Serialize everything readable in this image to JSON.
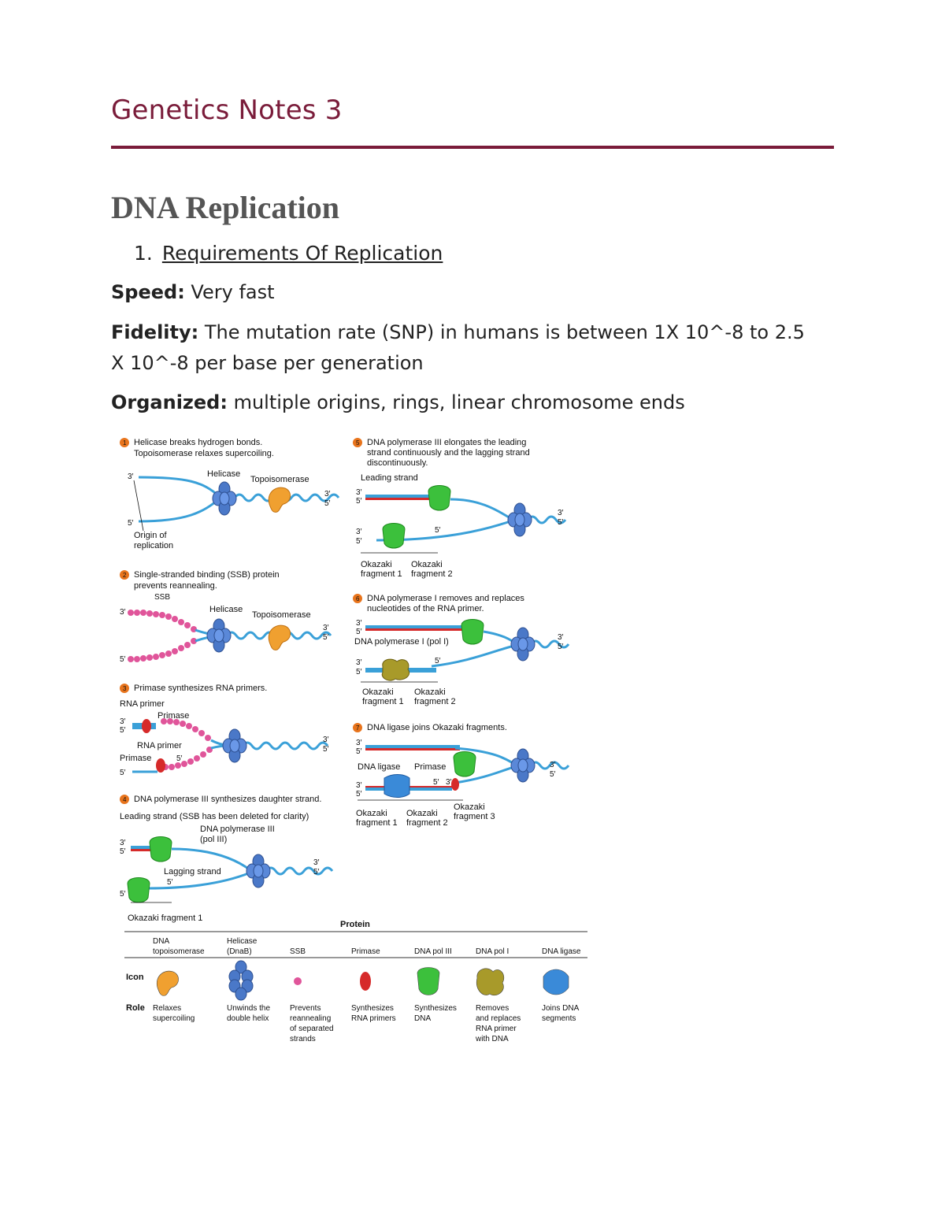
{
  "doc_title": "Genetics Notes 3",
  "section_heading": "DNA Replication",
  "list": {
    "number": "1.",
    "label": "Requirements Of Replication"
  },
  "speed": {
    "label": "Speed:",
    "text": " Very fast"
  },
  "fidelity": {
    "label": "Fidelity:",
    "text": " The mutation rate (SNP) in humans is between 1X 10^-8 to 2.5 X 10^-8 per base per generation"
  },
  "organized": {
    "label": "Organized:",
    "text": " multiple origins, rings, linear chromosome ends"
  },
  "figure": {
    "steps": [
      {
        "n": "1",
        "line1": "Helicase breaks hydrogen bonds.",
        "line2": "Topoisomerase relaxes supercoiling."
      },
      {
        "n": "2",
        "line1": "Single-stranded binding (SSB) protein",
        "line2": "prevents reannealing."
      },
      {
        "n": "3",
        "line1": "Primase synthesizes RNA primers.",
        "line2": ""
      },
      {
        "n": "4",
        "line1": "DNA polymerase III synthesizes daughter strand.",
        "line2": ""
      },
      {
        "n": "5",
        "line1": "DNA polymerase III elongates the leading",
        "line2": "strand continuously and the lagging strand",
        "line3": "discontinuously."
      },
      {
        "n": "6",
        "line1": "DNA polymerase I removes and replaces",
        "line2": "nucleotides of the RNA primer."
      },
      {
        "n": "7",
        "line1": "DNA ligase joins Okazaki fragments.",
        "line2": ""
      }
    ],
    "labels": {
      "helicase": "Helicase",
      "topoisomerase": "Topoisomerase",
      "origin1": "Origin of",
      "origin2": "replication",
      "ssb": "SSB",
      "rna_primer": "RNA primer",
      "primase": "Primase",
      "leading_ssb": "Leading strand (SSB has been deleted for clarity)",
      "pol3a": "DNA polymerase III",
      "pol3b": "(pol III)",
      "lagging": "Lagging strand",
      "okazaki_frag_1": "Okazaki fragment 1",
      "leading": "Leading strand",
      "okazaki": "Okazaki",
      "fragment1": "fragment 1",
      "fragment2": "fragment 2",
      "fragment3": "fragment 3",
      "pol1": "DNA polymerase I (pol I)",
      "ligase": "DNA ligase",
      "three_prime": "3′",
      "five_prime": "5′"
    },
    "table": {
      "header": "Protein",
      "row_icon": "Icon",
      "row_role": "Role",
      "columns": [
        {
          "name1": "DNA",
          "name2": "topoisomerase",
          "color": "#f0a030",
          "role": [
            "Relaxes",
            "supercoiling"
          ]
        },
        {
          "name1": "Helicase",
          "name2": "(DnaB)",
          "color": "#4a78c8",
          "role": [
            "Unwinds the",
            "double helix"
          ]
        },
        {
          "name1": "",
          "name2": "SSB",
          "color": "#e0559a",
          "role": [
            "Prevents",
            "reannealing",
            "of separated",
            "strands"
          ]
        },
        {
          "name1": "",
          "name2": "Primase",
          "color": "#d62a2a",
          "role": [
            "Synthesizes",
            "RNA primers"
          ]
        },
        {
          "name1": "",
          "name2": "DNA pol III",
          "color": "#3cc03c",
          "role": [
            "Synthesizes",
            "DNA"
          ]
        },
        {
          "name1": "",
          "name2": "DNA pol I",
          "color": "#a89a2a",
          "role": [
            "Removes",
            "and replaces",
            "RNA primer",
            "with DNA"
          ]
        },
        {
          "name1": "",
          "name2": "DNA ligase",
          "color": "#3a8ad8",
          "role": [
            "Joins DNA",
            "segments"
          ]
        }
      ]
    }
  }
}
